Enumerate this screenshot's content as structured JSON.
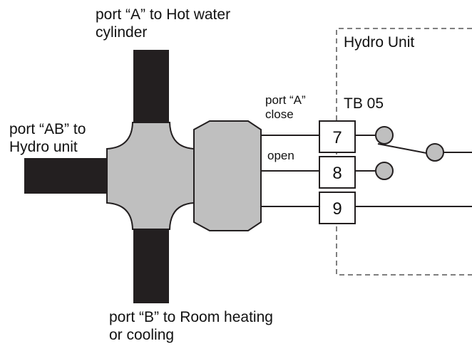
{
  "labels": {
    "port_a_line1": "port “A” to Hot water",
    "port_a_line2": "cylinder",
    "port_ab_line1": "port “AB” to",
    "port_ab_line2": "Hydro unit",
    "port_b_line1": "port “B” to Room heating",
    "port_b_line2": "or cooling",
    "hydro_unit": "Hydro Unit",
    "terminal_block": "TB 05",
    "wire_port_a": "port “A”",
    "wire_close": "close",
    "wire_open": "open"
  },
  "terminals": {
    "t7": "7",
    "t8": "8",
    "t9": "9"
  },
  "colors": {
    "pipe": "#231f20",
    "valve_body": "#bfbfbf",
    "outline": "#231f20",
    "dashed_box": "#555555",
    "background": "#ffffff"
  }
}
